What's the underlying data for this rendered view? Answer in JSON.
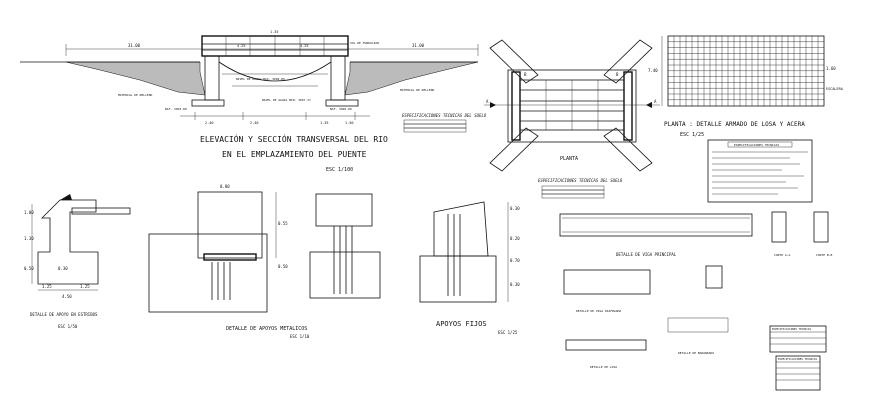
{
  "elevation": {
    "title_line1": "ELEVACIÓN Y SECCIÓN TRANSVERSAL DEL RIO",
    "title_line2": "EN EL EMPLAZAMIENTO DEL PUENTE",
    "scale": "ESC 1/100",
    "dims": {
      "left": "31.00",
      "right": "31.00",
      "top_a": "4.25",
      "top_b": "4.25",
      "top_c": "1.35",
      "bot_a": "2.40",
      "bot_b": "2.40",
      "bot_c": "1.35",
      "bot_d": "1.50"
    },
    "notes": [
      "NIVEL DE AGUAS MAX. 3099.85",
      "NIVEL DE AGUAS MIN. 3097.37",
      "NAF. 3093.80",
      "NAF. 3096.00",
      "MATERIAL DE RELLENO",
      "MATERIAL DE RELLENO",
      "SOL DE FUNDACION"
    ]
  },
  "spec_notes": {
    "title_a": "ESPECIFICACIONES TECNICAS DEL SUELO",
    "title_b": "ESPECIFICACIONES TECNICAS DEL SUELO"
  },
  "plan": {
    "title": "PLANTA",
    "letters": [
      "A",
      "A",
      "B",
      "B"
    ],
    "marks": [
      "A",
      "A"
    ]
  },
  "slab_plan": {
    "title": "PLANTA : DETALLE ARMADO DE LOSA Y ACERA",
    "scale": "ESC 1/25",
    "side_labels": [
      "7.40",
      "1.60",
      "ESCALERA"
    ]
  },
  "specs_box": {
    "title": "ESPECIFICACIONES TECNICAS"
  },
  "support_stirrups": {
    "title": "DETALLE DE APOYO EN ESTRIBOS",
    "scale": "ESC 1/50",
    "dims": [
      "1.00",
      "1.30",
      "0.50",
      "0.30",
      "1.25",
      "1.25",
      "4.50"
    ]
  },
  "metal_supports": {
    "title": "DETALLE DE APOYOS METALICOS",
    "scale": "ESC 1/10",
    "dims": [
      "0.55",
      "0.50",
      "0.80"
    ]
  },
  "fixed_supports": {
    "title": "APOYOS FIJOS",
    "scale": "ESC 1/25",
    "dims": [
      "0.30",
      "0.20",
      "0.70",
      "0.30"
    ]
  },
  "main_beam": {
    "title": "DETALLE DE VIGA PRINCIPAL"
  },
  "beam_cuts": {
    "a": "CORTE A-A",
    "b": "CORTE B-B"
  },
  "diaphragm": {
    "title": "DETALLE DE VIGA DIAFRAGMA"
  },
  "slab": {
    "title": "DETALLE DE LOSA"
  },
  "railing": {
    "title": "DETALLE DE BARANDADO"
  },
  "tables": {
    "a": "ESPECIFICACIONES TECNICAS",
    "b": "ESPECIFICACIONES TECNICAS"
  }
}
